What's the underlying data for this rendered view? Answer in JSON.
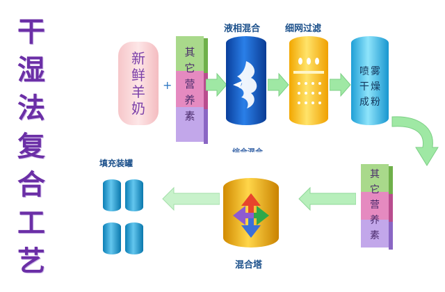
{
  "title_chars": [
    "干",
    "湿",
    "法",
    "复",
    "合",
    "工",
    "艺"
  ],
  "milk": {
    "chars": [
      "新",
      "鲜",
      "羊",
      "奶"
    ]
  },
  "plus_sign": "+",
  "nutrients_1": {
    "chars": [
      "其",
      "它",
      "营",
      "养",
      "素"
    ]
  },
  "nutrients_2": {
    "chars": [
      "其",
      "它",
      "营",
      "养",
      "素"
    ]
  },
  "step_liquid_mix": "液相混合",
  "step_fine_filter": "细网过滤",
  "spray_dry": {
    "chars": [
      "喷",
      "雾",
      "干",
      "燥",
      "成",
      "粉"
    ]
  },
  "mixing_tower_label": "混合塔",
  "partial_label": "综合混合",
  "filling_label": "填充装罐",
  "colors": {
    "title": "#6b2fa6",
    "arrow": "#9fe8a4",
    "label": "#1a4f8a"
  }
}
